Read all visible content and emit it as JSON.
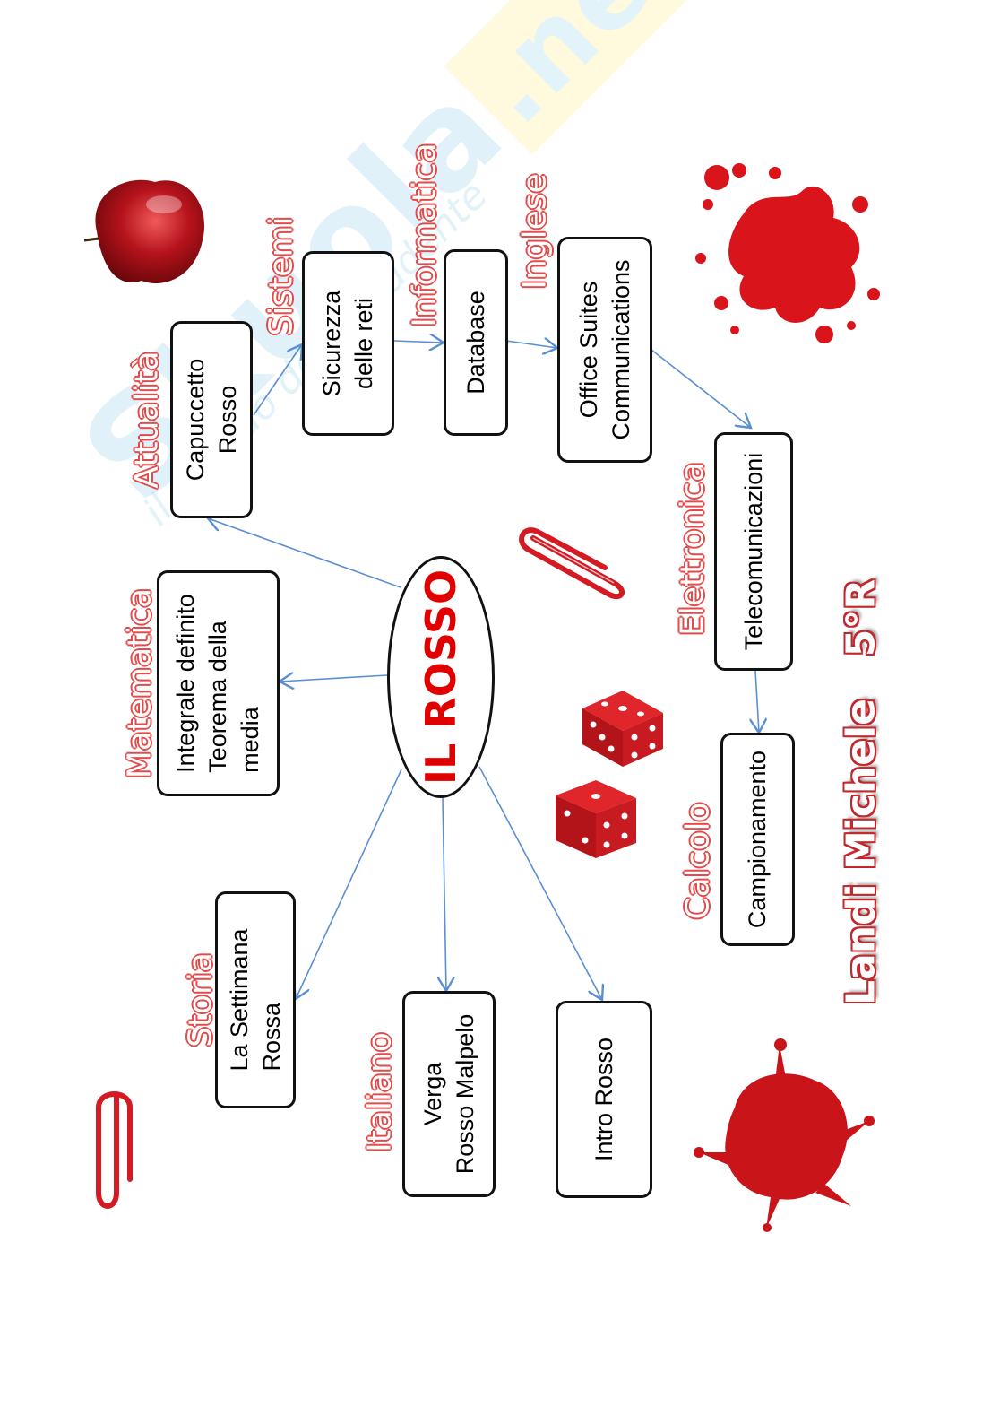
{
  "watermark": {
    "logo": "Skuola",
    "domain": ".net",
    "tagline": "il mondo dello studente"
  },
  "center": {
    "title": "IL ROSSO"
  },
  "nodes": {
    "attualita": {
      "subject": "Attualità",
      "lines": [
        "Capuccetto",
        "Rosso"
      ]
    },
    "sistemi": {
      "subject": "Sistemi",
      "lines": [
        "Sicurezza",
        "delle reti"
      ]
    },
    "informatica": {
      "subject": "Informatica",
      "lines": [
        "Database"
      ]
    },
    "inglese": {
      "subject": "Inglese",
      "lines": [
        "Office Suites",
        "Communications"
      ]
    },
    "elettronica": {
      "subject": "Elettronica",
      "lines": [
        "Telecomunicazioni"
      ]
    },
    "calcolo": {
      "subject": "Calcolo",
      "lines": [
        "Campionamento"
      ]
    },
    "matematica": {
      "subject": "Matematica",
      "lines": [
        "Integrale definito",
        "Teorema della",
        "media"
      ]
    },
    "storia": {
      "subject": "Storia",
      "lines": [
        "La Settimana",
        "Rossa"
      ]
    },
    "italiano": {
      "subject": "Italiano",
      "lines": [
        "Verga",
        "Rosso Malpelo"
      ]
    },
    "intro": {
      "lines": [
        "Intro Rosso"
      ]
    }
  },
  "author": {
    "name": "Landi Michele",
    "class": "5°R"
  },
  "colors": {
    "accent": "#e34a4a",
    "title_red": "#e00000",
    "arrow": "#5b8fd4",
    "border": "#111111"
  },
  "icons": [
    "apple-icon",
    "paint-splatter-icon",
    "paperclip-icon",
    "dice-icon"
  ]
}
